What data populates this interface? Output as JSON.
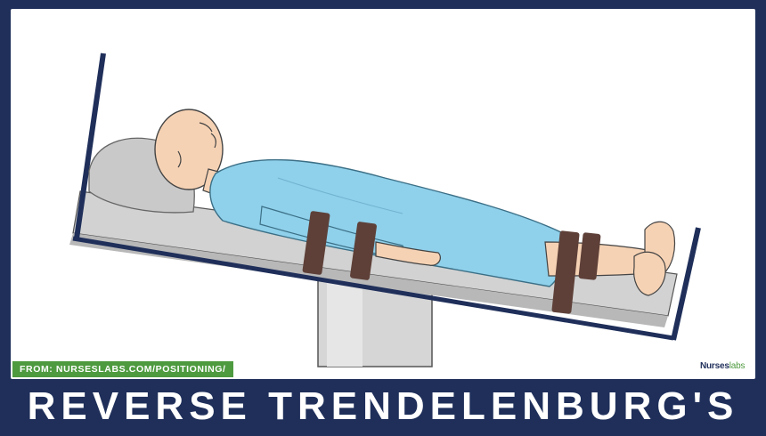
{
  "source": {
    "label": "FROM: NURSESLABS.COM/POSITIONING/"
  },
  "brand": {
    "name_part1": "Nurses",
    "name_part2": "labs"
  },
  "title": {
    "text": "REVERSE TRENDELENBURG'S"
  },
  "colors": {
    "background_navy": "#1f2f5a",
    "panel_white": "#ffffff",
    "accent_green": "#4e9a3f",
    "gown_blue": "#8fd0ea",
    "skin": "#f6d2b4",
    "strap_brown": "#5e4038",
    "table_gray": "#cfcfcf",
    "table_frame": "#1f2f5a"
  },
  "illustration": {
    "subject": "patient-supine-on-tilted-operating-table",
    "icons": [
      "patient",
      "pillow",
      "operating-table",
      "restraint-strap"
    ]
  }
}
